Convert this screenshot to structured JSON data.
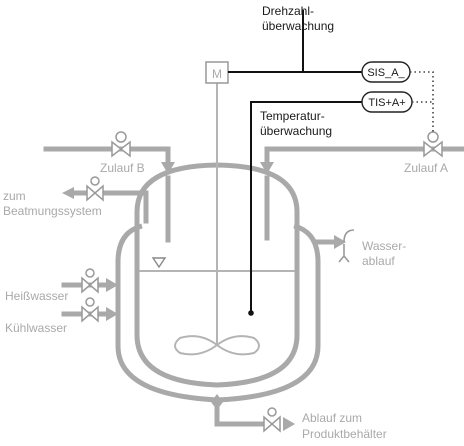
{
  "labels": {
    "drehzahl_1": "Drehzahl-",
    "drehzahl_2": "überwachung",
    "temperatur_1": "Temperatur-",
    "temperatur_2": "überwachung",
    "zulauf_b": "Zulauf B",
    "zulauf_a": "Zulauf A",
    "beatmung_1": "zum",
    "beatmung_2": "Beatmungssystem",
    "wasserablauf_1": "Wasser-",
    "wasserablauf_2": "ablauf",
    "heisswasser": "Heißwasser",
    "kuehlwasser": "Kühlwasser",
    "ablauf_1": "Ablauf zum",
    "ablauf_2": "Produktbehälter",
    "motor": "M",
    "sis_tag": "SIS_A_",
    "tis_tag": "TIS+A+"
  },
  "colors": {
    "pipe_gray": "#a9a9a9",
    "signal_black": "#111111",
    "label_gray": "#a9a9a9",
    "label_dark": "#1a1a1a"
  }
}
